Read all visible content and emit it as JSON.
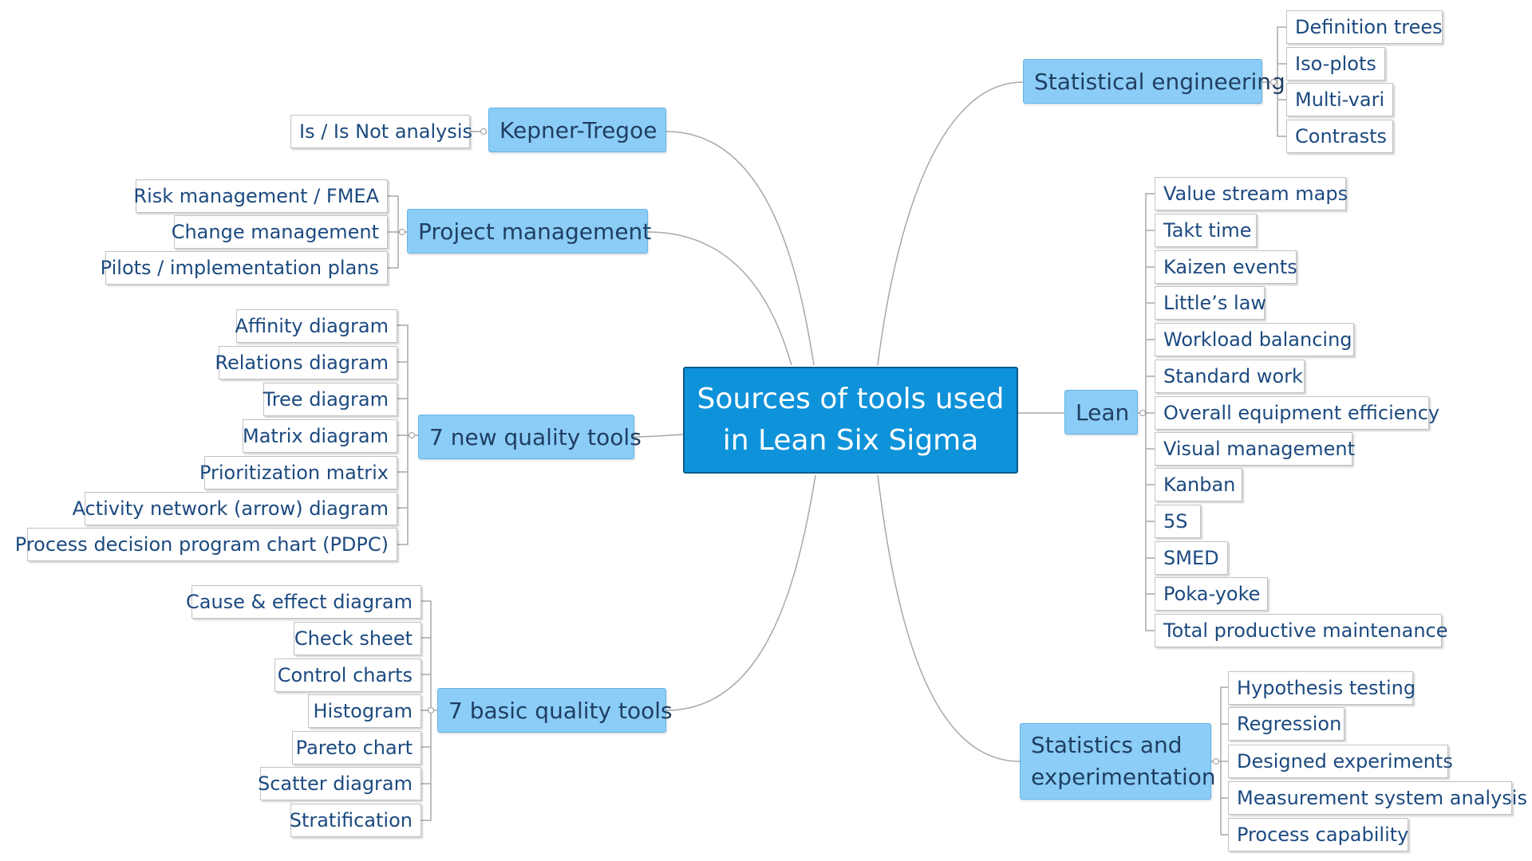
{
  "central": {
    "label": "Sources of tools used\nin Lean Six Sigma"
  },
  "colors": {
    "central_fill": "#0e92d9",
    "main_fill": "#8ccdf7",
    "leaf_fill": "#ffffff",
    "text_dark": "#1f3f62",
    "leaf_text": "#1c4a80",
    "connector": "#a8a8a8"
  },
  "branches": {
    "kepner_tregoe": {
      "label": "Kepner-Tregoe",
      "items": [
        "Is / Is Not analysis"
      ]
    },
    "project_management": {
      "label": "Project management",
      "items": [
        "Risk management / FMEA",
        "Change management",
        "Pilots / implementation plans"
      ]
    },
    "new_quality_tools": {
      "label": "7 new quality tools",
      "items": [
        "Affinity diagram",
        "Relations diagram",
        "Tree diagram",
        "Matrix diagram",
        "Prioritization matrix",
        "Activity network (arrow) diagram",
        "Process decision program chart (PDPC)"
      ]
    },
    "basic_quality_tools": {
      "label": "7 basic quality tools",
      "items": [
        "Cause & effect diagram",
        "Check sheet",
        "Control charts",
        "Histogram",
        "Pareto chart",
        "Scatter diagram",
        "Stratification"
      ]
    },
    "statistical_engineering": {
      "label": "Statistical engineering",
      "items": [
        "Definition trees",
        "Iso-plots",
        "Multi-vari",
        "Contrasts"
      ]
    },
    "lean": {
      "label": "Lean",
      "items": [
        "Value stream maps",
        "Takt time",
        "Kaizen events",
        "Little’s law",
        "Workload balancing",
        "Standard work",
        "Overall equipment efficiency",
        "Visual management",
        "Kanban",
        "5S",
        "SMED",
        "Poka-yoke",
        "Total productive maintenance"
      ]
    },
    "statistics_experimentation": {
      "label": "Statistics and\nexperimentation",
      "items": [
        "Hypothesis testing",
        "Regression",
        "Designed experiments",
        "Measurement system analysis",
        "Process capability"
      ]
    }
  }
}
